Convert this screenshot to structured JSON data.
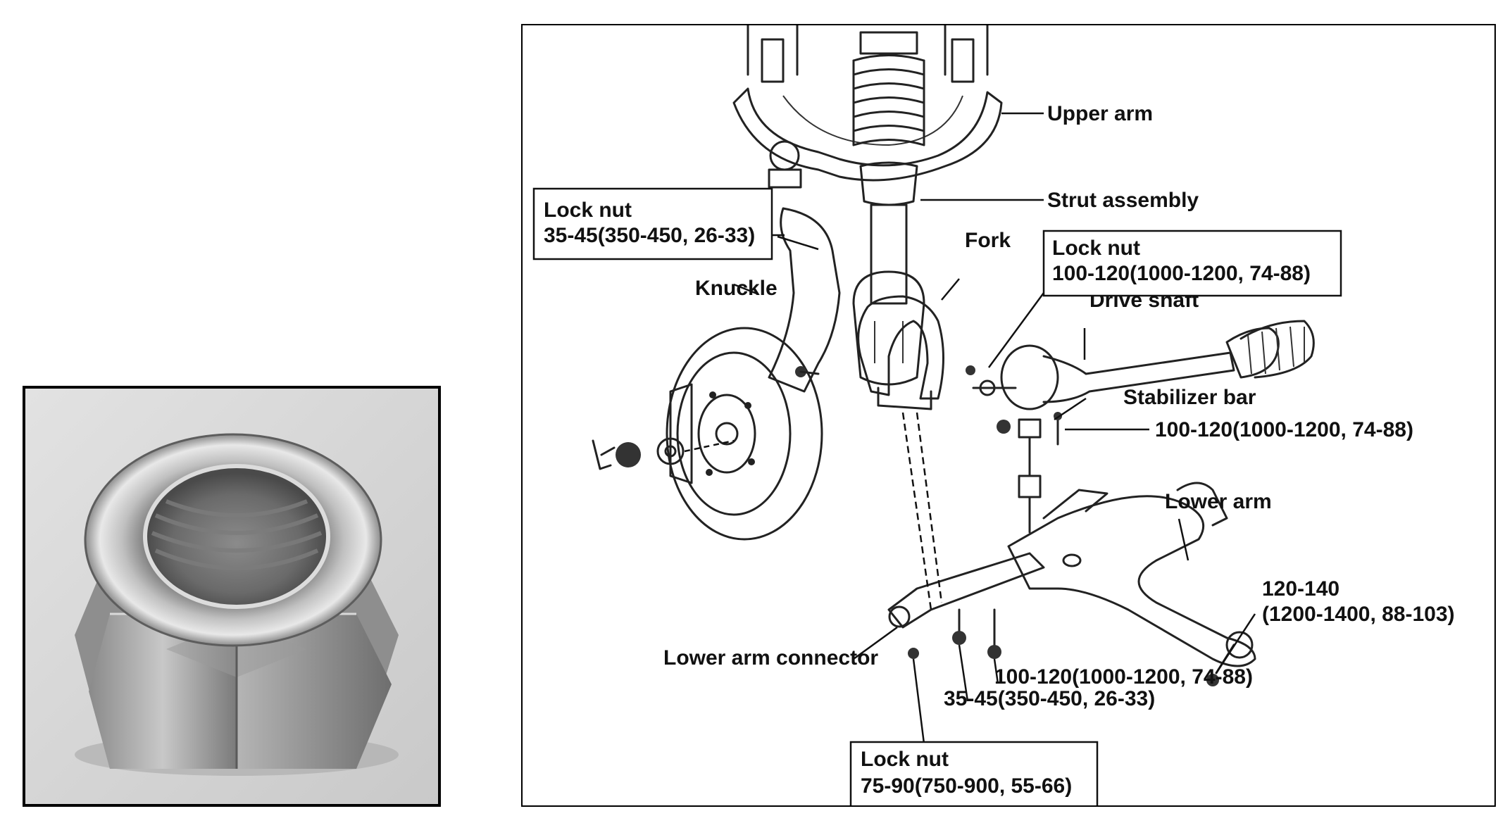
{
  "photo": {
    "subject-icon": "nylon-insert-lock-nut-icon"
  },
  "diagram": {
    "labels": {
      "upper_arm": "Upper arm",
      "strut_assembly": "Strut assembly",
      "fork": "Fork",
      "knuckle": "Knuckle",
      "drive_shaft": "Drive shaft",
      "stabilizer_bar": "Stabilizer bar",
      "lower_arm": "Lower arm",
      "lower_arm_connector": "Lower arm connector"
    },
    "callouts": {
      "lock_nut_left": {
        "title": "Lock nut",
        "value": "35-45(350-450, 26-33)"
      },
      "lock_nut_right": {
        "title": "Lock nut",
        "value": "100-120(1000-1200, 74-88)"
      },
      "lock_nut_bottom": {
        "title": "Lock nut",
        "value": "75-90(750-900, 55-66)"
      },
      "torque_stabilizer": "100-120(1000-1200, 74-88)",
      "torque_lower_right_1": "120-140",
      "torque_lower_right_2": "(1200-1400, 88-103)",
      "torque_bottom_1": "100-120(1000-1200, 74-88)",
      "torque_bottom_2": "35-45(350-450, 26-33)"
    }
  }
}
